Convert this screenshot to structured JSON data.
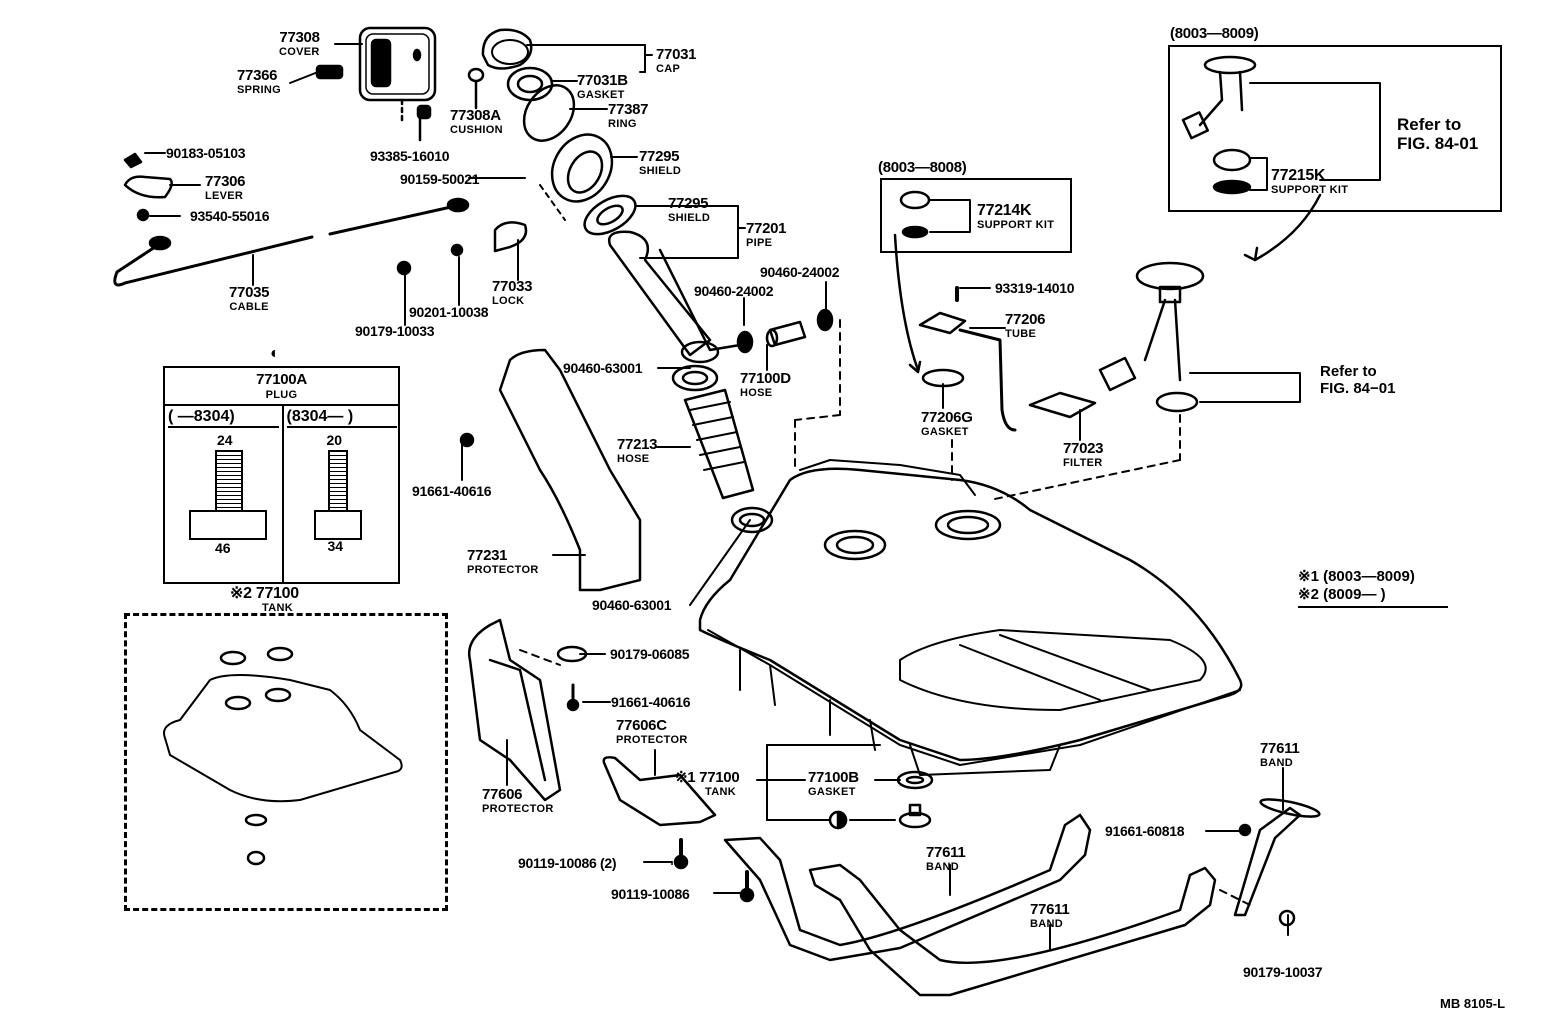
{
  "diagram": {
    "title": "Fuel Tank & Tube parts diagram",
    "drawing_code": "MB  8105-L",
    "footnotes": [
      {
        "mark": "※1",
        "range": "(8003—8009)"
      },
      {
        "mark": "※2",
        "range": "(8009—       )"
      }
    ],
    "parts": [
      {
        "id": "77308",
        "name": "COVER"
      },
      {
        "id": "77366",
        "name": "SPRING"
      },
      {
        "id": "77308A",
        "name": "CUSHION"
      },
      {
        "id": "93385-16010",
        "name": ""
      },
      {
        "id": "77031",
        "name": "CAP"
      },
      {
        "id": "77031B",
        "name": "GASKET"
      },
      {
        "id": "77387",
        "name": "RING"
      },
      {
        "id": "77295a",
        "label": "77295",
        "name": "SHIELD"
      },
      {
        "id": "90159-50021",
        "name": ""
      },
      {
        "id": "77295b",
        "label": "77295",
        "name": "SHIELD"
      },
      {
        "id": "77201",
        "name": "PIPE"
      },
      {
        "id": "90183-05103",
        "name": ""
      },
      {
        "id": "77306",
        "name": "LEVER"
      },
      {
        "id": "93540-55016",
        "name": ""
      },
      {
        "id": "77035",
        "name": "CABLE"
      },
      {
        "id": "77033",
        "name": "LOCK"
      },
      {
        "id": "90201-10038",
        "name": ""
      },
      {
        "id": "90179-10033",
        "name": ""
      },
      {
        "id": "90460-24002a",
        "label": "90460-24002",
        "name": ""
      },
      {
        "id": "90460-24002b",
        "label": "90460-24002",
        "name": ""
      },
      {
        "id": "90460-63001a",
        "label": "90460-63001",
        "name": ""
      },
      {
        "id": "77100D",
        "name": "HOSE"
      },
      {
        "id": "77213",
        "name": "HOSE"
      },
      {
        "id": "91661-40616a",
        "label": "91661-40616",
        "name": ""
      },
      {
        "id": "77231",
        "name": "PROTECTOR"
      },
      {
        "id": "90460-63001b",
        "label": "90460-63001",
        "name": ""
      },
      {
        "id": "93319-14010",
        "name": ""
      },
      {
        "id": "77206",
        "name": "TUBE"
      },
      {
        "id": "77206G",
        "name": "GASKET"
      },
      {
        "id": "77023",
        "name": "FILTER"
      },
      {
        "id": "90179-06085",
        "name": ""
      },
      {
        "id": "91661-40616b",
        "label": "91661-40616",
        "name": ""
      },
      {
        "id": "77606C",
        "name": "PROTECTOR"
      },
      {
        "id": "77606",
        "name": "PROTECTOR"
      },
      {
        "id": "77100-1",
        "label": "※1 77100",
        "name": "TANK"
      },
      {
        "id": "77100B",
        "name": "GASKET"
      },
      {
        "id": "90119-10086-2",
        "label": "90119-10086 (2)",
        "name": ""
      },
      {
        "id": "90119-10086",
        "name": ""
      },
      {
        "id": "77611a",
        "label": "77611",
        "name": "BAND"
      },
      {
        "id": "77611b",
        "label": "77611",
        "name": "BAND"
      },
      {
        "id": "77611c",
        "label": "77611",
        "name": "BAND"
      },
      {
        "id": "91661-60818",
        "name": ""
      },
      {
        "id": "90179-10037",
        "name": ""
      }
    ],
    "inset_8003_8009": {
      "range": "(8003—8009)",
      "refer": "Refer to",
      "fig": "FIG. 84-01",
      "kit_id": "77215K",
      "kit_name": "SUPPORT KIT"
    },
    "inset_8003_8008": {
      "range": "(8003—8008)",
      "kit_id": "77214K",
      "kit_name": "SUPPORT KIT"
    },
    "refer_main": {
      "refer": "Refer to",
      "fig": "FIG. 84−01"
    },
    "plug_table": {
      "symbol": "◐",
      "id": "77100A",
      "name": "PLUG",
      "columns": [
        {
          "range": "(       —8304)",
          "top_dim": "24",
          "bottom_dim": "46"
        },
        {
          "range": "(8304—       )",
          "top_dim": "20",
          "bottom_dim": "34"
        }
      ]
    },
    "alt_tank": {
      "label": "※2 77100",
      "name": "TANK"
    }
  }
}
